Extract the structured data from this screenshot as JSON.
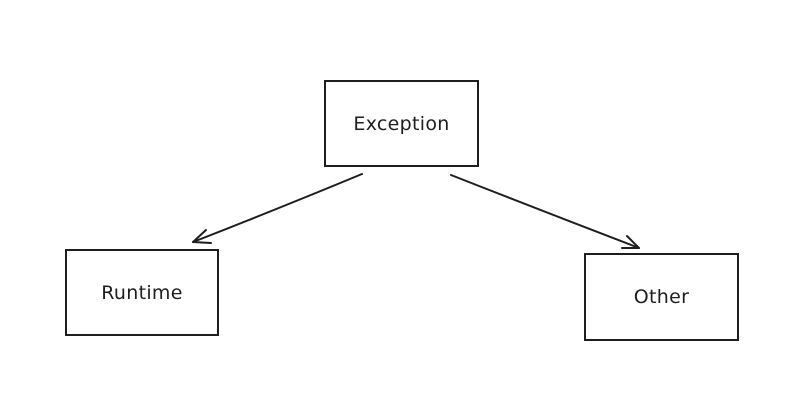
{
  "diagram": {
    "nodes": {
      "exception": {
        "label": "Exception"
      },
      "runtime": {
        "label": "Runtime"
      },
      "other": {
        "label": "Other"
      }
    },
    "edges": [
      {
        "from": "Exception",
        "to": "Runtime"
      },
      {
        "from": "Exception",
        "to": "Other"
      }
    ],
    "stroke_color": "#1e1e1e",
    "background_color": "#ffffff"
  }
}
